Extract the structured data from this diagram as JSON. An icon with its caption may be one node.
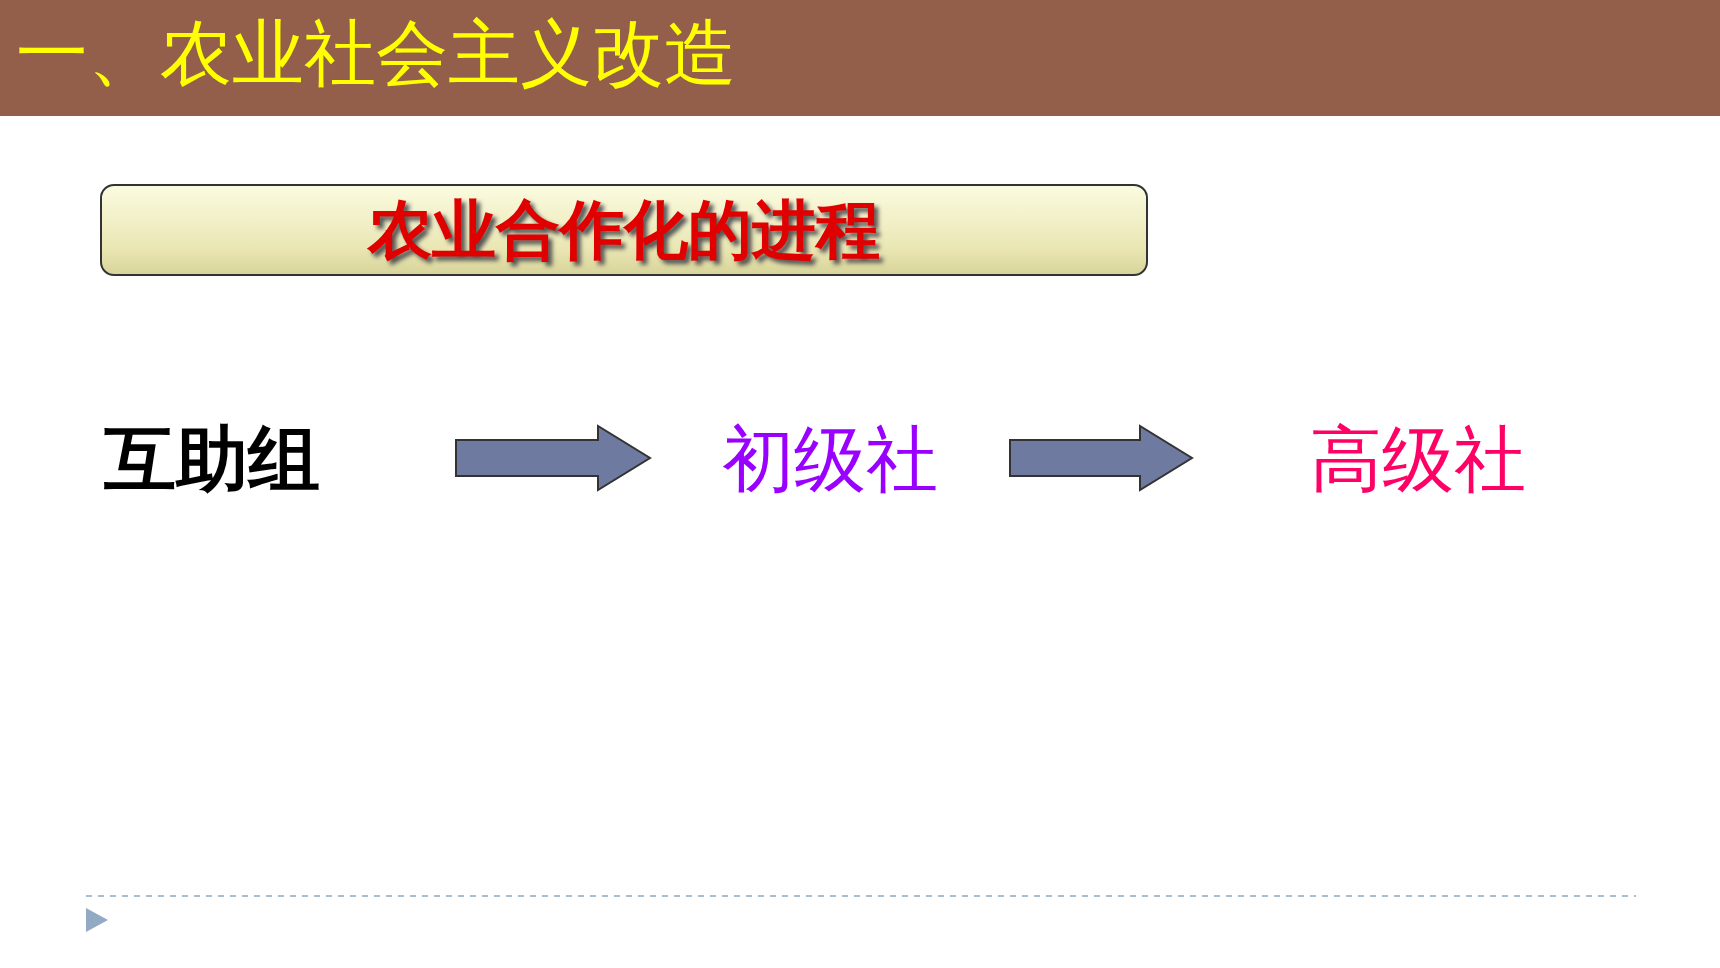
{
  "diagram": {
    "title": "一、农业社会主义改造",
    "nodes": [
      {
        "text": [
          "农业合作化的进程"
        ]
      },
      {
        "text": [
          "互助组"
        ]
      },
      {
        "text": [
          "初级社"
        ]
      },
      {
        "text": [
          "高级社"
        ]
      }
    ],
    "edges": [
      {
        "from": 1,
        "to": 2,
        "arrow": "to"
      },
      {
        "from": 2,
        "to": 3,
        "arrow": "to"
      }
    ]
  }
}
